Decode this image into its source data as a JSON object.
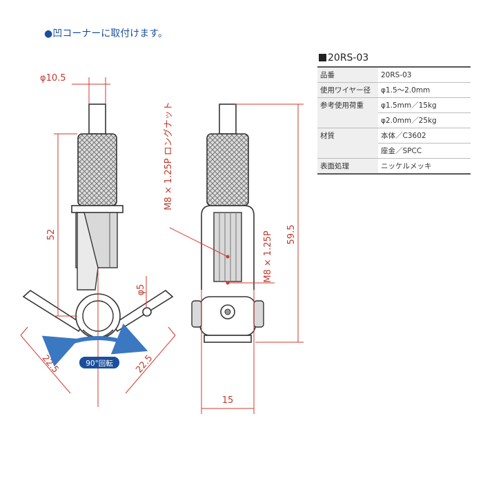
{
  "heading": {
    "bullet": "●",
    "text": "凹コーナーに取付けます。"
  },
  "spec": {
    "title": "20RS-03",
    "rows": [
      {
        "key": "品番",
        "value": "20RS-03"
      },
      {
        "key": "使用ワイヤー径",
        "value": "φ1.5～2.0mm"
      },
      {
        "key": "参考使用荷重",
        "value": "φ1.5mm／15kg"
      },
      {
        "key": "",
        "value": "φ2.0mm／25kg"
      },
      {
        "key": "材質",
        "value": "本体／C3602"
      },
      {
        "key": "",
        "value": "座金／SPCC"
      },
      {
        "key": "表面処理",
        "value": "ニッケルメッキ"
      }
    ]
  },
  "dimensions": {
    "top_diameter": "φ10.5",
    "height_left": "52",
    "hole_diameter": "φ5",
    "arm_left": "22.5",
    "arm_right": "22.5",
    "rotation_label": "90°回転",
    "nut_label": "M8 × 1.25P ロングナット",
    "bolt_label": "M8 × 1.25P",
    "height_right": "59.5",
    "width_bottom": "15"
  },
  "colors": {
    "dimension": "#d23a2e",
    "heading": "#1b4f9c",
    "arrow": "#3b78c2"
  }
}
